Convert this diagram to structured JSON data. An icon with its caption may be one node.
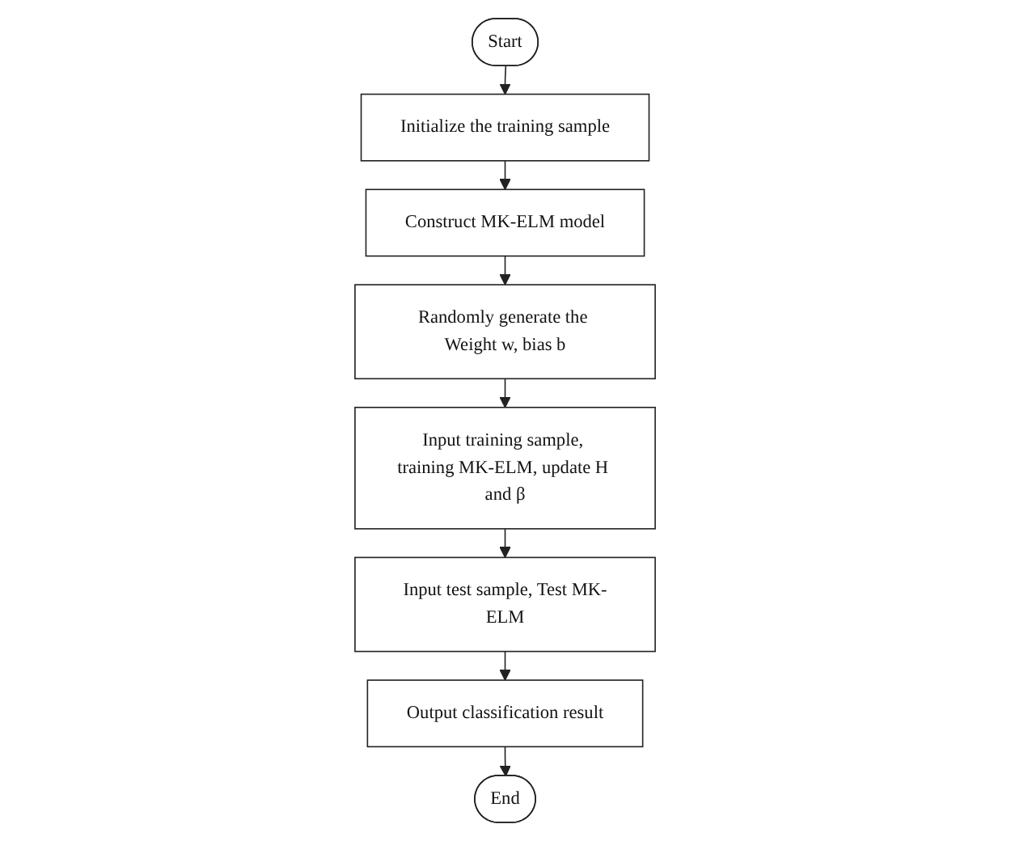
{
  "diagram": {
    "nodes": [
      {
        "text": [
          "Start"
        ]
      },
      {
        "text": [
          "Initialize the training sample"
        ]
      },
      {
        "text": [
          "Construct MK-ELM model"
        ]
      },
      {
        "text": [
          "Randomly generate the Weight w, bias b"
        ]
      },
      {
        "text": [
          "Input training sample, training MK-ELM, update H and β"
        ]
      },
      {
        "text": [
          "Input test sample, Test MK-ELM"
        ]
      },
      {
        "text": [
          "Output classification result"
        ]
      },
      {
        "text": [
          "End"
        ]
      }
    ],
    "edges": [
      {
        "from": 0,
        "to": 1,
        "arrow": "to"
      },
      {
        "from": 1,
        "to": 2,
        "arrow": "to"
      },
      {
        "from": 2,
        "to": 3,
        "arrow": "to"
      },
      {
        "from": 3,
        "to": 4,
        "arrow": "to"
      },
      {
        "from": 4,
        "to": 5,
        "arrow": "to"
      },
      {
        "from": 5,
        "to": 6,
        "arrow": "to"
      },
      {
        "from": 6,
        "to": 7,
        "arrow": "to"
      }
    ]
  }
}
